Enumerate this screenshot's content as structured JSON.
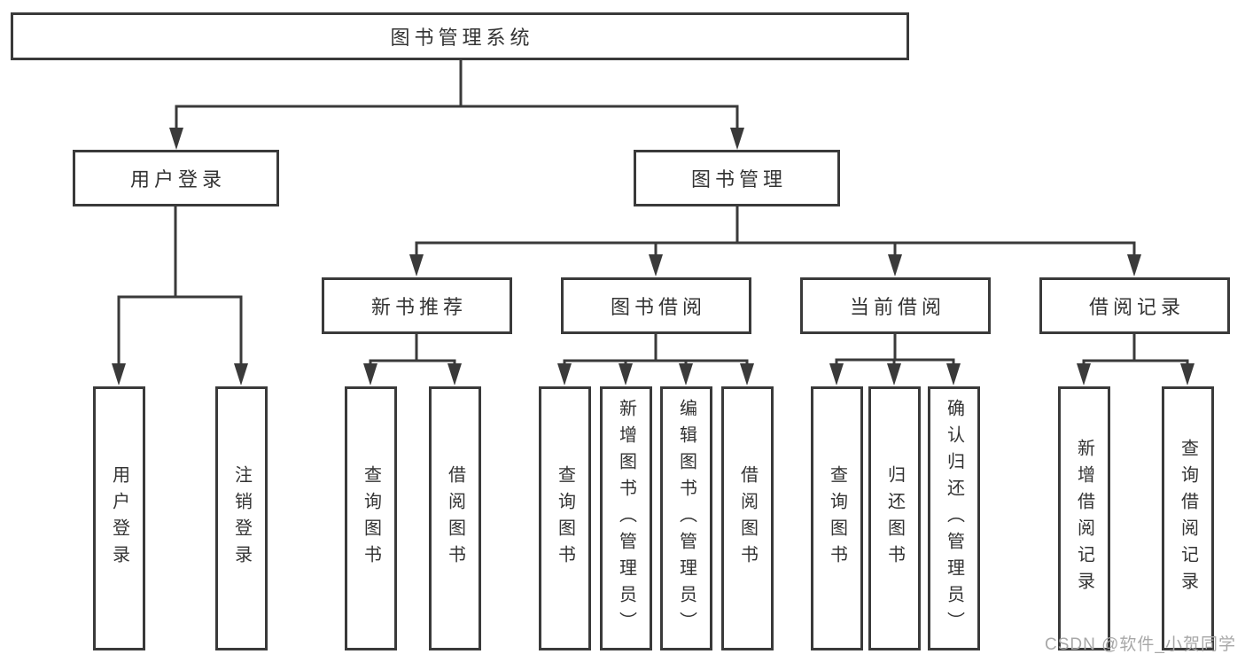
{
  "colors": {
    "line": "#3a3a3a",
    "text": "#333333",
    "watermark": "#a8a8a8",
    "background": "#ffffff"
  },
  "tree": {
    "root": {
      "label": "图书管理系统",
      "children": [
        {
          "label": "用户登录",
          "children": [
            {
              "label": "用户登录"
            },
            {
              "label": "注销登录"
            }
          ]
        },
        {
          "label": "图书管理",
          "children": [
            {
              "label": "新书推荐",
              "children": [
                {
                  "label": "查询图书"
                },
                {
                  "label": "借阅图书"
                }
              ]
            },
            {
              "label": "图书借阅",
              "children": [
                {
                  "label": "查询图书"
                },
                {
                  "label": "新增图书（管理员）"
                },
                {
                  "label": "编辑图书（管理员）"
                },
                {
                  "label": "借阅图书"
                }
              ]
            },
            {
              "label": "当前借阅",
              "children": [
                {
                  "label": "查询图书"
                },
                {
                  "label": "归还图书"
                },
                {
                  "label": "确认归还（管理员）"
                }
              ]
            },
            {
              "label": "借阅记录",
              "children": [
                {
                  "label": "新增借阅记录"
                },
                {
                  "label": "查询借阅记录"
                }
              ]
            }
          ]
        }
      ]
    }
  },
  "watermark": {
    "text": "CSDN @软件_小贺同学"
  }
}
